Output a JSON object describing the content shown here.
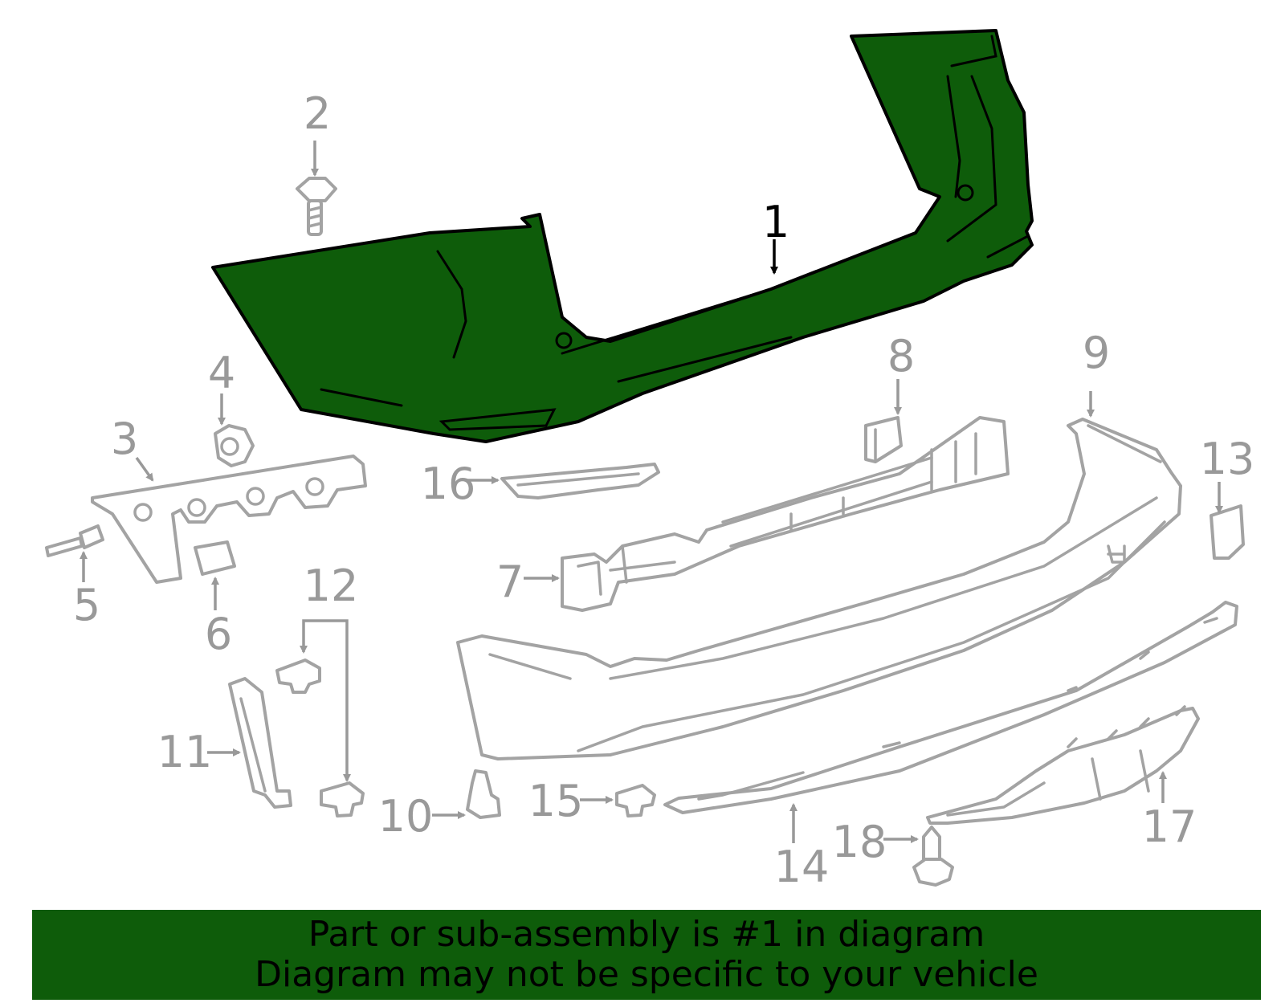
{
  "callouts": [
    {
      "id": "1",
      "active": true
    },
    {
      "id": "2"
    },
    {
      "id": "3"
    },
    {
      "id": "4"
    },
    {
      "id": "5"
    },
    {
      "id": "6"
    },
    {
      "id": "7"
    },
    {
      "id": "8"
    },
    {
      "id": "9"
    },
    {
      "id": "10"
    },
    {
      "id": "11"
    },
    {
      "id": "12"
    },
    {
      "id": "13"
    },
    {
      "id": "14"
    },
    {
      "id": "15"
    },
    {
      "id": "16"
    },
    {
      "id": "17"
    },
    {
      "id": "18"
    }
  ],
  "banner": {
    "line1": "Part or sub-assembly is #1 in diagram",
    "line2": "Diagram may not be specific to your vehicle"
  },
  "colors": {
    "highlight_fill": "#0e5c0a",
    "banner_bg": "#0e5c0a",
    "part_outline": "#a3a3a3",
    "callout_text": "#999999",
    "active_callout_text": "#000000"
  }
}
